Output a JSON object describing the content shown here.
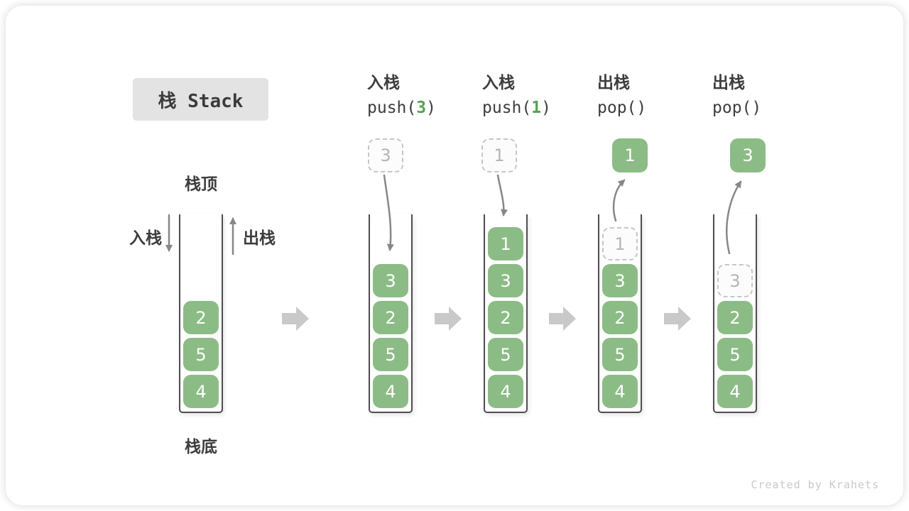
{
  "title": "栈 Stack",
  "credit": "Created by Krahets",
  "colors": {
    "accent_green": "#8CBC85",
    "code_arg_green": "#55A352",
    "thin_arrow_gray": "#878787",
    "block_arrow_gray": "#C9C9C9",
    "title_bg": "#E3E3E3",
    "text_dark": "#3D3D3D",
    "ghost_border": "#C6C6C6",
    "ghost_text": "#B5B5B5"
  },
  "legend": {
    "top_label": "栈顶",
    "bottom_label": "栈底",
    "push_label": "入栈",
    "pop_label": "出栈"
  },
  "initial_stack": {
    "cells": [
      {
        "v": "2"
      },
      {
        "v": "5"
      },
      {
        "v": "4"
      }
    ]
  },
  "steps": [
    {
      "op": "入栈",
      "code_pre": "push(",
      "code_arg": "3",
      "code_post": ")",
      "float_value": "3",
      "float_style": "ghost",
      "cells": [
        {
          "v": "3",
          "ghost": false
        },
        {
          "v": "2",
          "ghost": false
        },
        {
          "v": "5",
          "ghost": false
        },
        {
          "v": "4",
          "ghost": false
        }
      ]
    },
    {
      "op": "入栈",
      "code_pre": "push(",
      "code_arg": "1",
      "code_post": ")",
      "float_value": "1",
      "float_style": "ghost",
      "cells": [
        {
          "v": "1",
          "ghost": false
        },
        {
          "v": "3",
          "ghost": false
        },
        {
          "v": "2",
          "ghost": false
        },
        {
          "v": "5",
          "ghost": false
        },
        {
          "v": "4",
          "ghost": false
        }
      ]
    },
    {
      "op": "出栈",
      "code_pre": "pop(",
      "code_arg": "",
      "code_post": ")",
      "float_value": "1",
      "float_style": "solid",
      "cells": [
        {
          "v": "1",
          "ghost": true
        },
        {
          "v": "3",
          "ghost": false
        },
        {
          "v": "2",
          "ghost": false
        },
        {
          "v": "5",
          "ghost": false
        },
        {
          "v": "4",
          "ghost": false
        }
      ]
    },
    {
      "op": "出栈",
      "code_pre": "pop(",
      "code_arg": "",
      "code_post": ")",
      "float_value": "3",
      "float_style": "solid",
      "cells": [
        {
          "v": "3",
          "ghost": true
        },
        {
          "v": "2",
          "ghost": false
        },
        {
          "v": "5",
          "ghost": false
        },
        {
          "v": "4",
          "ghost": false
        }
      ]
    }
  ]
}
